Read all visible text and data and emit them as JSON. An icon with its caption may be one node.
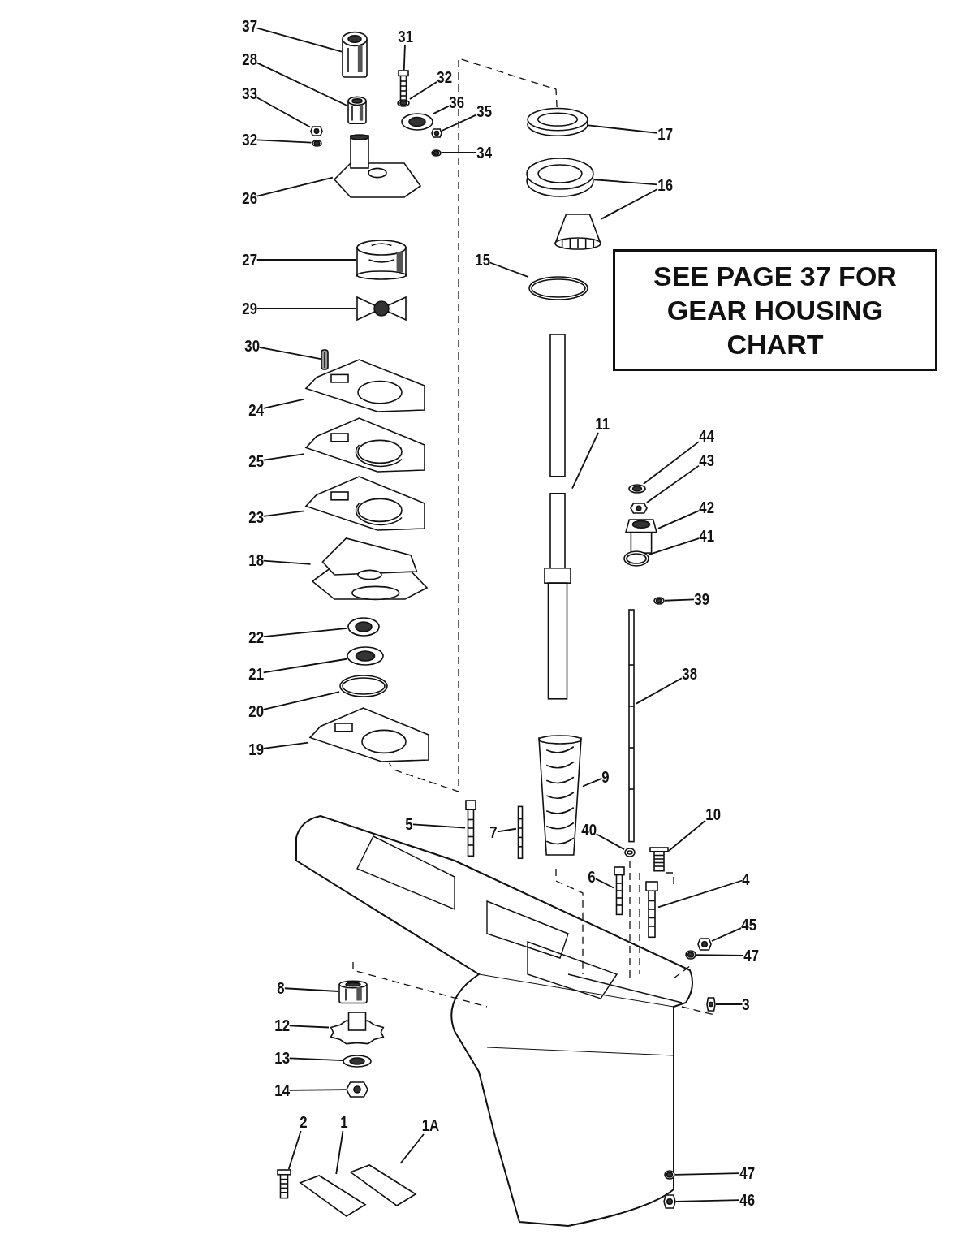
{
  "diagram": {
    "nodes": [
      {
        "text": [
          "37"
        ]
      },
      {
        "text": [],
        "shape": "picture"
      },
      {
        "text": [
          "31"
        ]
      },
      {
        "text": [],
        "shape": "picture"
      },
      {
        "text": [
          "28"
        ]
      },
      {
        "text": [],
        "shape": "picture"
      },
      {
        "text": [
          "32"
        ]
      },
      {
        "text": [],
        "shape": "picture"
      },
      {
        "text": [
          "36"
        ]
      },
      {
        "text": [],
        "shape": "picture"
      },
      {
        "text": [
          "35"
        ]
      },
      {
        "text": [],
        "shape": "picture"
      },
      {
        "text": [
          "33"
        ]
      },
      {
        "text": [],
        "shape": "picture"
      },
      {
        "text": [
          "32"
        ]
      },
      {
        "text": [],
        "shape": "picture"
      },
      {
        "text": [
          "34"
        ]
      },
      {
        "text": [],
        "shape": "picture"
      },
      {
        "text": [
          "26"
        ]
      },
      {
        "text": [],
        "shape": "picture"
      },
      {
        "text": [
          "17"
        ]
      },
      {
        "text": [],
        "shape": "picture"
      },
      {
        "text": [
          "16"
        ]
      },
      {
        "text": [],
        "shape": "picture"
      },
      {
        "text": [],
        "shape": "picture"
      },
      {
        "text": [
          "27"
        ]
      },
      {
        "text": [],
        "shape": "picture"
      },
      {
        "text": [
          "15"
        ]
      },
      {
        "text": [],
        "shape": "picture"
      },
      {
        "text": [
          "29"
        ]
      },
      {
        "text": [],
        "shape": "picture"
      },
      {
        "text": [
          "30"
        ]
      },
      {
        "text": [],
        "shape": "picture"
      },
      {
        "text": [
          "24"
        ]
      },
      {
        "text": [],
        "shape": "picture"
      },
      {
        "text": [
          "25"
        ]
      },
      {
        "text": [],
        "shape": "picture"
      },
      {
        "text": [
          "23"
        ]
      },
      {
        "text": [],
        "shape": "picture"
      },
      {
        "text": [
          "18"
        ]
      },
      {
        "text": [],
        "shape": "picture"
      },
      {
        "text": [
          "22"
        ]
      },
      {
        "text": [],
        "shape": "picture"
      },
      {
        "text": [
          "21"
        ]
      },
      {
        "text": [],
        "shape": "picture"
      },
      {
        "text": [
          "20"
        ]
      },
      {
        "text": [],
        "shape": "picture"
      },
      {
        "text": [
          "19"
        ]
      },
      {
        "text": [],
        "shape": "picture"
      },
      {
        "text": [
          "11"
        ]
      },
      {
        "text": [],
        "shape": "picture"
      },
      {
        "text": [
          "44"
        ]
      },
      {
        "text": [],
        "shape": "picture"
      },
      {
        "text": [
          "43"
        ]
      },
      {
        "text": [],
        "shape": "picture"
      },
      {
        "text": [
          "42"
        ]
      },
      {
        "text": [],
        "shape": "picture"
      },
      {
        "text": [
          "41"
        ]
      },
      {
        "text": [],
        "shape": "picture"
      },
      {
        "text": [
          "39"
        ]
      },
      {
        "text": [],
        "shape": "picture"
      },
      {
        "text": [
          "38"
        ]
      },
      {
        "text": [],
        "shape": "picture"
      },
      {
        "text": [
          "9"
        ]
      },
      {
        "text": [],
        "shape": "picture"
      },
      {
        "text": [
          "5"
        ]
      },
      {
        "text": [],
        "shape": "picture"
      },
      {
        "text": [
          "7"
        ]
      },
      {
        "text": [],
        "shape": "picture"
      },
      {
        "text": [
          "40"
        ]
      },
      {
        "text": [],
        "shape": "picture"
      },
      {
        "text": [
          "10"
        ]
      },
      {
        "text": [],
        "shape": "picture"
      },
      {
        "text": [
          "6"
        ]
      },
      {
        "text": [],
        "shape": "picture"
      },
      {
        "text": [
          "4"
        ]
      },
      {
        "text": [],
        "shape": "picture"
      },
      {
        "text": [
          "45"
        ]
      },
      {
        "text": [],
        "shape": "picture"
      },
      {
        "text": [
          "47"
        ]
      },
      {
        "text": [],
        "shape": "picture"
      },
      {
        "text": [
          "8"
        ]
      },
      {
        "text": [],
        "shape": "picture"
      },
      {
        "text": [
          "12"
        ]
      },
      {
        "text": [],
        "shape": "picture"
      },
      {
        "text": [
          "3"
        ]
      },
      {
        "text": [],
        "shape": "picture"
      },
      {
        "text": [
          "13"
        ]
      },
      {
        "text": [],
        "shape": "picture"
      },
      {
        "text": [
          "14"
        ]
      },
      {
        "text": [],
        "shape": "picture"
      },
      {
        "text": [
          "2"
        ]
      },
      {
        "text": [],
        "shape": "picture"
      },
      {
        "text": [
          "1"
        ]
      },
      {
        "text": [],
        "shape": "picture"
      },
      {
        "text": [
          "1A"
        ]
      },
      {
        "text": [],
        "shape": "picture"
      },
      {
        "text": [
          "47"
        ]
      },
      {
        "text": [],
        "shape": "picture"
      },
      {
        "text": [
          "46"
        ]
      },
      {
        "text": [],
        "shape": "picture"
      },
      {
        "text": [
          "SEE PAGE 37 FOR GEAR HOUSING CHART"
        ]
      }
    ],
    "edges": [
      {
        "from": 0,
        "to": 1,
        "arrow": "none"
      },
      {
        "from": 2,
        "to": 3,
        "arrow": "none"
      },
      {
        "from": 4,
        "to": 5,
        "arrow": "none"
      },
      {
        "from": 6,
        "to": 7,
        "arrow": "none"
      },
      {
        "from": 8,
        "to": 9,
        "arrow": "none"
      },
      {
        "from": 10,
        "to": 11,
        "arrow": "none"
      },
      {
        "from": 12,
        "to": 13,
        "arrow": "none"
      },
      {
        "from": 14,
        "to": 15,
        "arrow": "none"
      },
      {
        "from": 16,
        "to": 17,
        "arrow": "none"
      },
      {
        "from": 18,
        "to": 19,
        "arrow": "none"
      },
      {
        "from": 20,
        "to": 21,
        "arrow": "none"
      },
      {
        "from": 22,
        "to": 23,
        "arrow": "none"
      },
      {
        "from": 22,
        "to": 24,
        "arrow": "none"
      },
      {
        "from": 25,
        "to": 26,
        "arrow": "none"
      },
      {
        "from": 27,
        "to": 28,
        "arrow": "none"
      },
      {
        "from": 29,
        "to": 30,
        "arrow": "none"
      },
      {
        "from": 31,
        "to": 32,
        "arrow": "none"
      },
      {
        "from": 33,
        "to": 34,
        "arrow": "none"
      },
      {
        "from": 35,
        "to": 36,
        "arrow": "none"
      },
      {
        "from": 37,
        "to": 38,
        "arrow": "none"
      },
      {
        "from": 39,
        "to": 40,
        "arrow": "none"
      },
      {
        "from": 41,
        "to": 42,
        "arrow": "none"
      },
      {
        "from": 43,
        "to": 44,
        "arrow": "none"
      },
      {
        "from": 45,
        "to": 46,
        "arrow": "none"
      },
      {
        "from": 47,
        "to": 48,
        "arrow": "none"
      },
      {
        "from": 49,
        "to": 50,
        "arrow": "none"
      },
      {
        "from": 51,
        "to": 52,
        "arrow": "none"
      },
      {
        "from": 53,
        "to": 54,
        "arrow": "none"
      },
      {
        "from": 55,
        "to": 56,
        "arrow": "none"
      },
      {
        "from": 57,
        "to": 58,
        "arrow": "none"
      },
      {
        "from": 59,
        "to": 60,
        "arrow": "none"
      },
      {
        "from": 61,
        "to": 62,
        "arrow": "none"
      },
      {
        "from": 63,
        "to": 64,
        "arrow": "none"
      },
      {
        "from": 65,
        "to": 66,
        "arrow": "none"
      },
      {
        "from": 67,
        "to": 68,
        "arrow": "none"
      },
      {
        "from": 69,
        "to": 70,
        "arrow": "none"
      },
      {
        "from": 71,
        "to": 72,
        "arrow": "none"
      },
      {
        "from": 73,
        "to": 74,
        "arrow": "none"
      },
      {
        "from": 75,
        "to": 76,
        "arrow": "none"
      },
      {
        "from": 77,
        "to": 78,
        "arrow": "none"
      },
      {
        "from": 79,
        "to": 80,
        "arrow": "none"
      },
      {
        "from": 81,
        "to": 82,
        "arrow": "none"
      },
      {
        "from": 83,
        "to": 84,
        "arrow": "none"
      },
      {
        "from": 85,
        "to": 86,
        "arrow": "none"
      },
      {
        "from": 87,
        "to": 88,
        "arrow": "none"
      },
      {
        "from": 89,
        "to": 90,
        "arrow": "none"
      },
      {
        "from": 91,
        "to": 92,
        "arrow": "none"
      },
      {
        "from": 93,
        "to": 94,
        "arrow": "none"
      },
      {
        "from": 95,
        "to": 96,
        "arrow": "none"
      },
      {
        "from": 97,
        "to": 98,
        "arrow": "none"
      },
      {
        "from": 99,
        "to": 100,
        "arrow": "none"
      },
      {
        "from": 21,
        "to": 48,
        "arrow": "none",
        "style": "dashed"
      }
    ]
  }
}
